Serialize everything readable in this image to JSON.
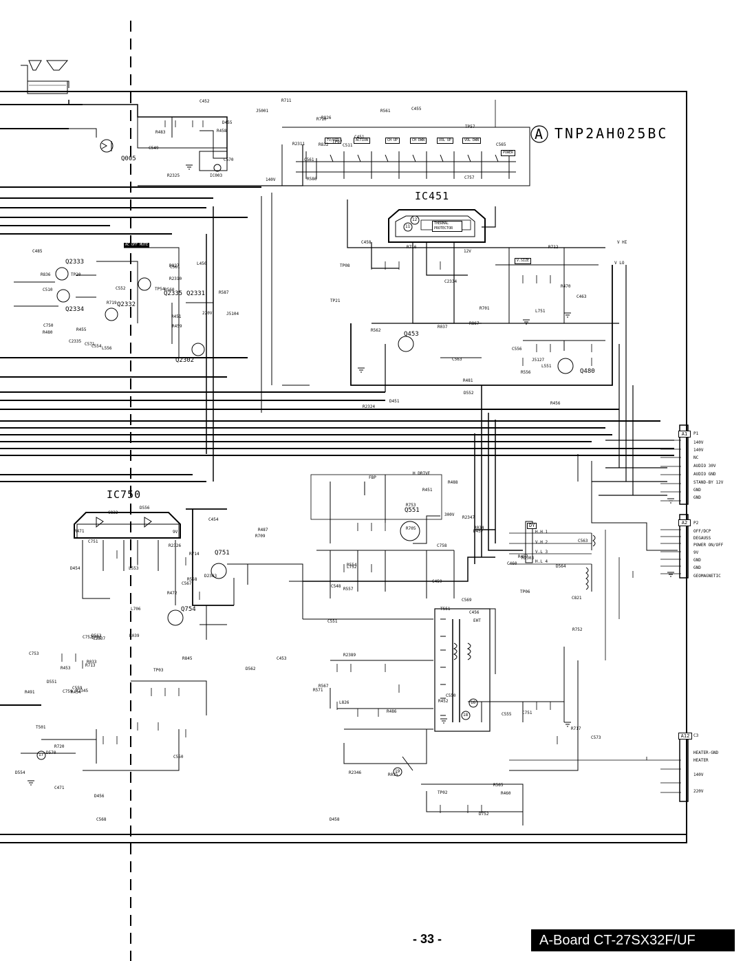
{
  "board_id": "TNP2AH025BC",
  "board_letter": "A",
  "page_number": "- 33 -",
  "footer_title": "A-Board CT-27SX32F/UF",
  "ic_labels": {
    "ic451": "IC451",
    "ic750": "IC750",
    "ic003": "IC003"
  },
  "transistors": {
    "q005": "Q005",
    "q2333": "Q2333",
    "q2334": "Q2334",
    "q2332": "Q2332",
    "q2335": "Q2335",
    "q2331": "Q2331",
    "q2302": "Q2302",
    "q453": "Q453",
    "q480": "Q480",
    "q551": "Q551",
    "q751": "Q751",
    "q754": "Q754"
  },
  "key_labels": [
    "TV/VID",
    "ACTION",
    "CH UP",
    "CH DWN",
    "VOL UP",
    "VOL DWN",
    "POWER"
  ],
  "misc_labels": {
    "ac_off_mute": "AC OFF MUTE",
    "thermal_protector": "THERMAL PROTECTOR",
    "h_drive": "H DRIVE",
    "v_hi": "V HI",
    "v_lo": "V LO",
    "dy": "DY",
    "fbp": "FBP",
    "v_size": "V.SIZE",
    "t551": "T551",
    "t501": "T501",
    "eht": "EHT"
  },
  "connectors": [
    {
      "id": "A1",
      "ref": "P1",
      "pins": [
        "140V",
        "140V",
        "NC",
        "AUDIO 30V",
        "AUDIO GND",
        "STAND-BY 12V",
        "GND",
        "GND"
      ]
    },
    {
      "id": "A2",
      "ref": "P2",
      "pins": [
        "OFF/DCP",
        "DEGAUSS",
        "POWER ON/OFF",
        "9V",
        "GND",
        "GND",
        "GEOMAGNETIC"
      ]
    },
    {
      "id": "A12",
      "ref": "C3",
      "pins": [
        "HEATER-GND",
        "HEATER",
        "140V",
        "220V"
      ]
    }
  ],
  "dy_pins": [
    "H.H 1",
    "V.H 2",
    "V.L 3",
    "H.L 4"
  ],
  "circled_markers": [
    "11",
    "12",
    "16",
    "17",
    "18",
    "19"
  ],
  "component_refs": [
    "R832",
    "R836",
    "R037",
    "R033",
    "R034",
    "R035",
    "R039",
    "R826",
    "R827",
    "R867",
    "C832",
    "C821",
    "L826",
    "R845",
    "R2311",
    "R2310",
    "R2324",
    "R2326",
    "R2347",
    "R2346",
    "R2345",
    "R2325",
    "C2335",
    "C2334",
    "D2303",
    "R2303",
    "R2389",
    "C2337",
    "R483",
    "R451",
    "C463",
    "R472",
    "C459",
    "R452",
    "R453",
    "C455",
    "R455",
    "R456",
    "C453",
    "R457",
    "C456",
    "R454",
    "R458",
    "R459",
    "D451",
    "D454",
    "D457",
    "D458",
    "D456",
    "C451",
    "R480",
    "R470",
    "R471",
    "C460",
    "R460",
    "C471",
    "C452",
    "C485",
    "R481",
    "R487",
    "R488",
    "R486",
    "R491",
    "D455",
    "L450",
    "C458",
    "C454",
    "R451",
    "C550",
    "D554",
    "C561",
    "C554",
    "C556",
    "L553",
    "C548",
    "C551",
    "D551",
    "C549",
    "C552",
    "D552",
    "R558",
    "R557",
    "C555",
    "C550",
    "R586",
    "R587",
    "C563",
    "D562",
    "C569",
    "R565",
    "D563",
    "C565",
    "R560",
    "R556",
    "C567",
    "D564",
    "R567",
    "C568",
    "R561",
    "C561",
    "R562",
    "D556",
    "C563",
    "R571",
    "D570",
    "C570",
    "C571",
    "R701",
    "R709",
    "R705",
    "R717",
    "C753",
    "R710",
    "R719",
    "R716",
    "C752",
    "C758",
    "R752",
    "R713",
    "R711",
    "C750",
    "R712",
    "R714",
    "R753",
    "C751",
    "R720",
    "C757",
    "L556",
    "L751",
    "C751",
    "L752",
    "D752",
    "C759",
    "J5001",
    "J5104",
    "J5127",
    "L706",
    "R554",
    "C573",
    "C559",
    "C511",
    "C510",
    "L551"
  ],
  "test_points": [
    "TP07",
    "TP54",
    "TP08",
    "TP03",
    "TP06",
    "TP02",
    "TP01",
    "TP57",
    "TP20",
    "TP21"
  ],
  "voltages": [
    "140V",
    "220V",
    "12V",
    "9V",
    "300V"
  ]
}
